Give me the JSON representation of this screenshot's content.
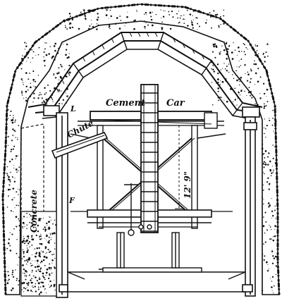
{
  "labels": {
    "cement": "Cement",
    "car": "Car",
    "chute": "Chute",
    "concrete": "Concrete",
    "dimension": "12' 9\"",
    "letter_l": "L",
    "letter_f": "F"
  },
  "colors": {
    "ink": "#111111",
    "paper": "#ffffff"
  }
}
